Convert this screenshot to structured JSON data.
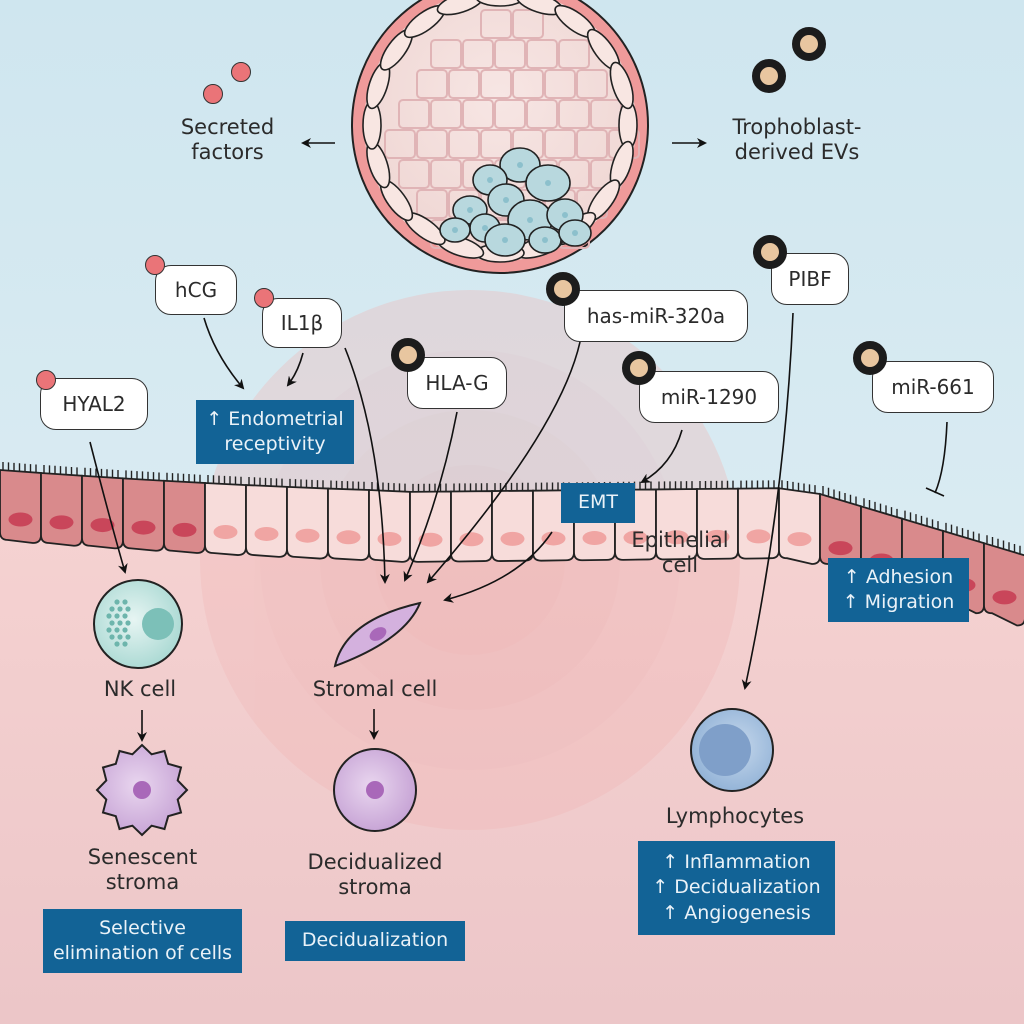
{
  "colors": {
    "background_top": "#d7ebf2",
    "tissue": "#f2c9c8",
    "outcome_box": "#126396",
    "secreted_factor": "#ea7478",
    "ev_core": "#e8c6a0",
    "ev_ring": "#1c1c1c"
  },
  "embryo": {
    "left_label": [
      "Secreted",
      "factors"
    ],
    "right_label": [
      "Trophoblast-",
      "derived EVs"
    ]
  },
  "factors": {
    "hcg": "hCG",
    "il1b": "IL1β",
    "hyal2": "HYAL2",
    "hlag": "HLA-G",
    "mir320a": "has-miR-320a",
    "mir1290": "miR-1290",
    "pibf": "PIBF",
    "mir661": "miR-661"
  },
  "outcomes": {
    "endometrial_receptivity": [
      "↑ Endometrial",
      "receptivity"
    ],
    "emt": "EMT",
    "adhesion_migration": [
      "↑ Adhesion",
      "↑ Migration"
    ],
    "selective_elimination": [
      "Selective",
      "elimination of cells"
    ],
    "decidualization": "Decidualization",
    "lymphocyte_effects": [
      "↑ Inflammation",
      "↑ Decidualization",
      "↑ Angiogenesis"
    ]
  },
  "cells": {
    "epithelial": [
      "Epithelial",
      "cell"
    ],
    "nk": "NK cell",
    "senescent": [
      "Senescent",
      "stroma"
    ],
    "stromal": "Stromal cell",
    "decidualized": [
      "Decidualized",
      "stroma"
    ],
    "lymphocytes": "Lymphocytes"
  }
}
